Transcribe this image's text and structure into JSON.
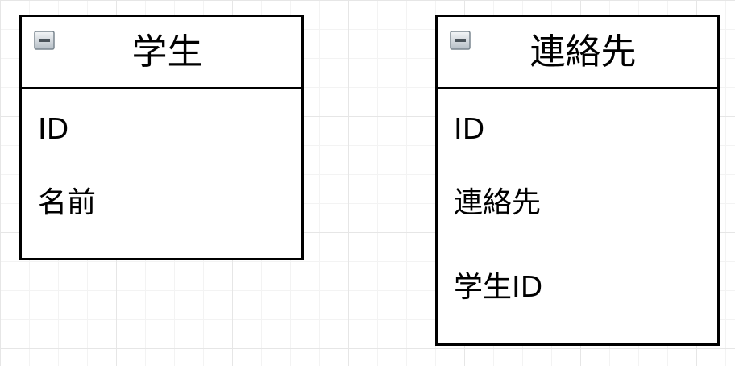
{
  "diagram": {
    "type": "entity-relationship",
    "entities": [
      {
        "title": "学生",
        "attributes": [
          "ID",
          "名前"
        ]
      },
      {
        "title": "連絡先",
        "attributes": [
          "ID",
          "連絡先",
          "学生ID"
        ]
      }
    ]
  },
  "icons": {
    "collapse": "collapse-minus-icon"
  },
  "colors": {
    "border": "#000000",
    "grid": "#e6e6e6",
    "icon_fill": "#9aa5ad"
  }
}
